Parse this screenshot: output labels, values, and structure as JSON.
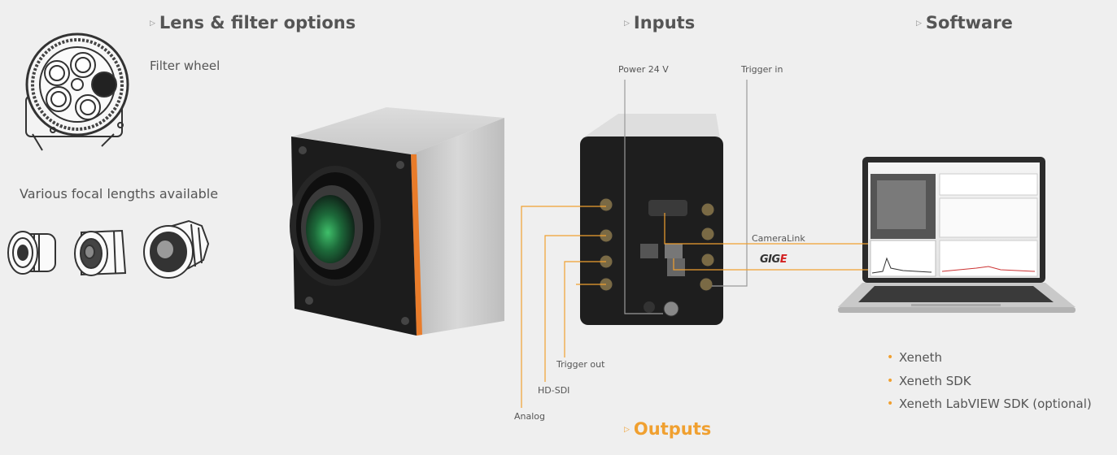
{
  "sections": {
    "lens": {
      "title": "Lens & filter options"
    },
    "inputs": {
      "title": "Inputs"
    },
    "software": {
      "title": "Software"
    },
    "outputs": {
      "title": "Outputs"
    }
  },
  "lens_options": {
    "filter_wheel": "Filter wheel",
    "focal_lengths": "Various focal lengths available"
  },
  "inputs": {
    "power": "Power 24 V",
    "trigger_in": "Trigger in",
    "cameralink": "CameraLink",
    "gige_logo": "GIGE"
  },
  "outputs": {
    "trigger_out": "Trigger out",
    "hd_sdi": "HD-SDI",
    "analog": "Analog"
  },
  "software": {
    "items": [
      "Xeneth",
      "Xeneth SDK",
      "Xeneth LabVIEW SDK (optional)"
    ]
  },
  "colors": {
    "accent": "#f0a030",
    "heading": "#555555",
    "background": "#efefef",
    "camera_orange": "#e97c2a",
    "gige_red": "#d32020"
  }
}
